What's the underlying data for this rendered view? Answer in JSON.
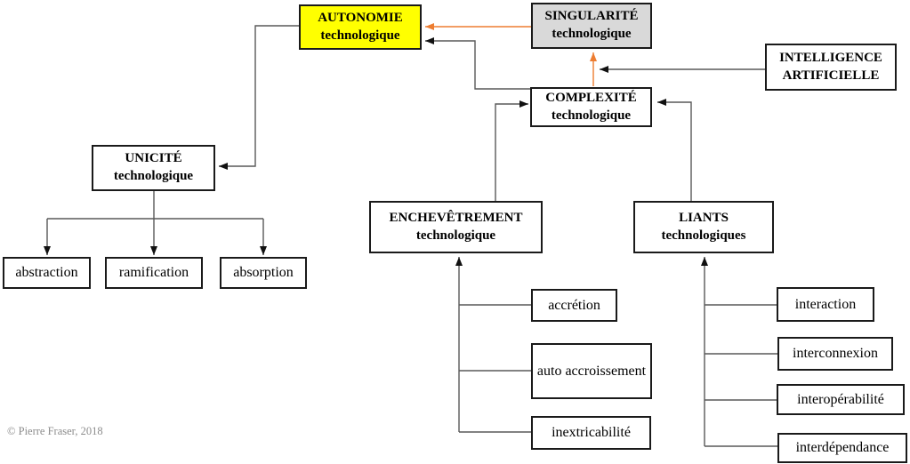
{
  "diagram": {
    "title_region": "concept map of technological singularity (French)",
    "nodes": {
      "autonomie": {
        "line1": "AUTONOMIE",
        "line2": "technologique"
      },
      "singularite": {
        "line1": "SINGULARITÉ",
        "line2": "technologique"
      },
      "intelligence": {
        "line1": "INTELLIGENCE",
        "line2": "ARTIFICIELLE"
      },
      "complexite": {
        "line1": "COMPLEXITÉ",
        "line2": "technologique"
      },
      "unicite": {
        "line1": "UNICITÉ",
        "line2": "technologique"
      },
      "enchevetrement": {
        "line1": "ENCHEVÊTREMENT",
        "line2": "technologique"
      },
      "liants": {
        "line1": "LIANTS",
        "line2": "technologiques"
      },
      "abstraction": {
        "label": "abstraction"
      },
      "ramification": {
        "label": "ramification"
      },
      "absorption": {
        "label": "absorption"
      },
      "accretion": {
        "label": "accrétion"
      },
      "auto_accroissement": {
        "label": "auto accroissement"
      },
      "inextricabilite": {
        "label": "inextricabilité"
      },
      "interaction": {
        "label": "interaction"
      },
      "interconnexion": {
        "label": "interconnexion"
      },
      "interoperabilite": {
        "label": "interopérabilité"
      },
      "interdependance": {
        "label": "interdépendance"
      }
    },
    "colors": {
      "autonomie_fill": "#FFFF00",
      "singularite_fill": "#D9D9D9",
      "default_fill": "#FFFFFF",
      "box_border": "#1A1A1A",
      "connector_line": "#595959",
      "black_arrow": "#111111",
      "orange_arrow": "#ED7D31",
      "copyright_text": "#8C8C8C"
    },
    "footer": {
      "copyright": "© Pierre Fraser, 2018"
    }
  }
}
